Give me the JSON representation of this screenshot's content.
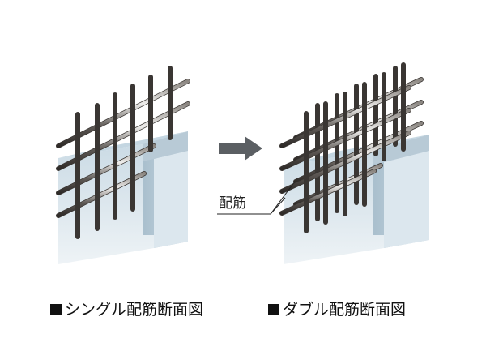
{
  "labels": {
    "rebar": "配筋"
  },
  "captions": {
    "single": "シングル配筋断面図",
    "double": "ダブル配筋断面図"
  },
  "colors": {
    "wall_top": "#c9d9e3",
    "wall_front": "#dfe9ef",
    "wall_side": "#b2c6d3",
    "bar_dark": "#4f4a46",
    "bar_light": "#e8e6e3",
    "arrow": "#5b5f63"
  }
}
